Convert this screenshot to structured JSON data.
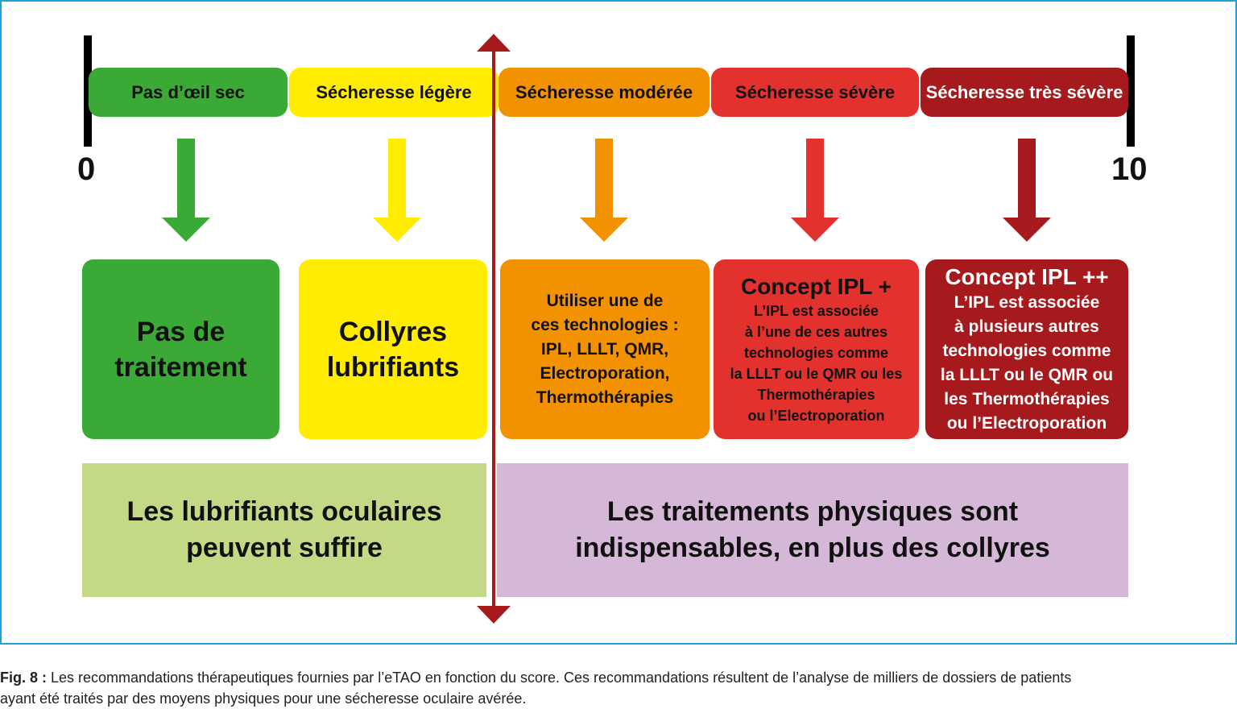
{
  "scale": {
    "min_label": "0",
    "max_label": "10"
  },
  "segments": [
    {
      "label": "Pas d’œil sec",
      "color": "#3aa935",
      "text_color": "#111111"
    },
    {
      "label": "Sécheresse légère",
      "color": "#ffec00",
      "text_color": "#111111"
    },
    {
      "label": "Sécheresse modérée",
      "color": "#f39200",
      "text_color": "#111111"
    },
    {
      "label": "Sécheresse sévère",
      "color": "#e3312d",
      "text_color": "#111111"
    },
    {
      "label": "Sécheresse très sévère",
      "color": "#a6191c",
      "text_color": "#ffffff"
    }
  ],
  "boxes": [
    {
      "lines": [
        "Pas de",
        "traitement"
      ]
    },
    {
      "lines": [
        "Collyres",
        "lubrifiants"
      ]
    },
    {
      "lines": [
        "Utiliser une de",
        "ces technologies :",
        "IPL, LLLT, QMR,",
        "Electroporation,",
        "Thermothérapies"
      ]
    },
    {
      "title": "Concept IPL +",
      "lines": [
        "L’IPL est associée",
        "à l’une de ces autres",
        "technologies comme",
        "la LLLT ou le QMR ou les",
        "Thermothérapies",
        "ou l’Electroporation"
      ]
    },
    {
      "title": "Concept IPL ++",
      "lines": [
        "L’IPL est associée",
        "à plusieurs autres",
        "technologies comme",
        "la LLLT ou le QMR ou",
        "les Thermothérapies",
        "ou l’Electroporation"
      ]
    }
  ],
  "bands": [
    {
      "lines": [
        "Les lubrifiants oculaires",
        "peuvent suffire"
      ],
      "color": "#c3d985"
    },
    {
      "lines": [
        "Les traitements physiques sont",
        "indispensables, en plus des collyres"
      ],
      "color": "#d5b7d7"
    }
  ],
  "colors": {
    "divider": "#a6191c",
    "frame": "#1ea0d8"
  },
  "caption": {
    "label": "Fig. 8 :",
    "line1": " Les recommandations thérapeutiques fournies par l’eTAO en fonction du score. Ces recommandations résultent de l’analyse de milliers de dossiers de patients",
    "line2": "ayant été traités par des moyens physiques pour une sécheresse oculaire avérée."
  }
}
